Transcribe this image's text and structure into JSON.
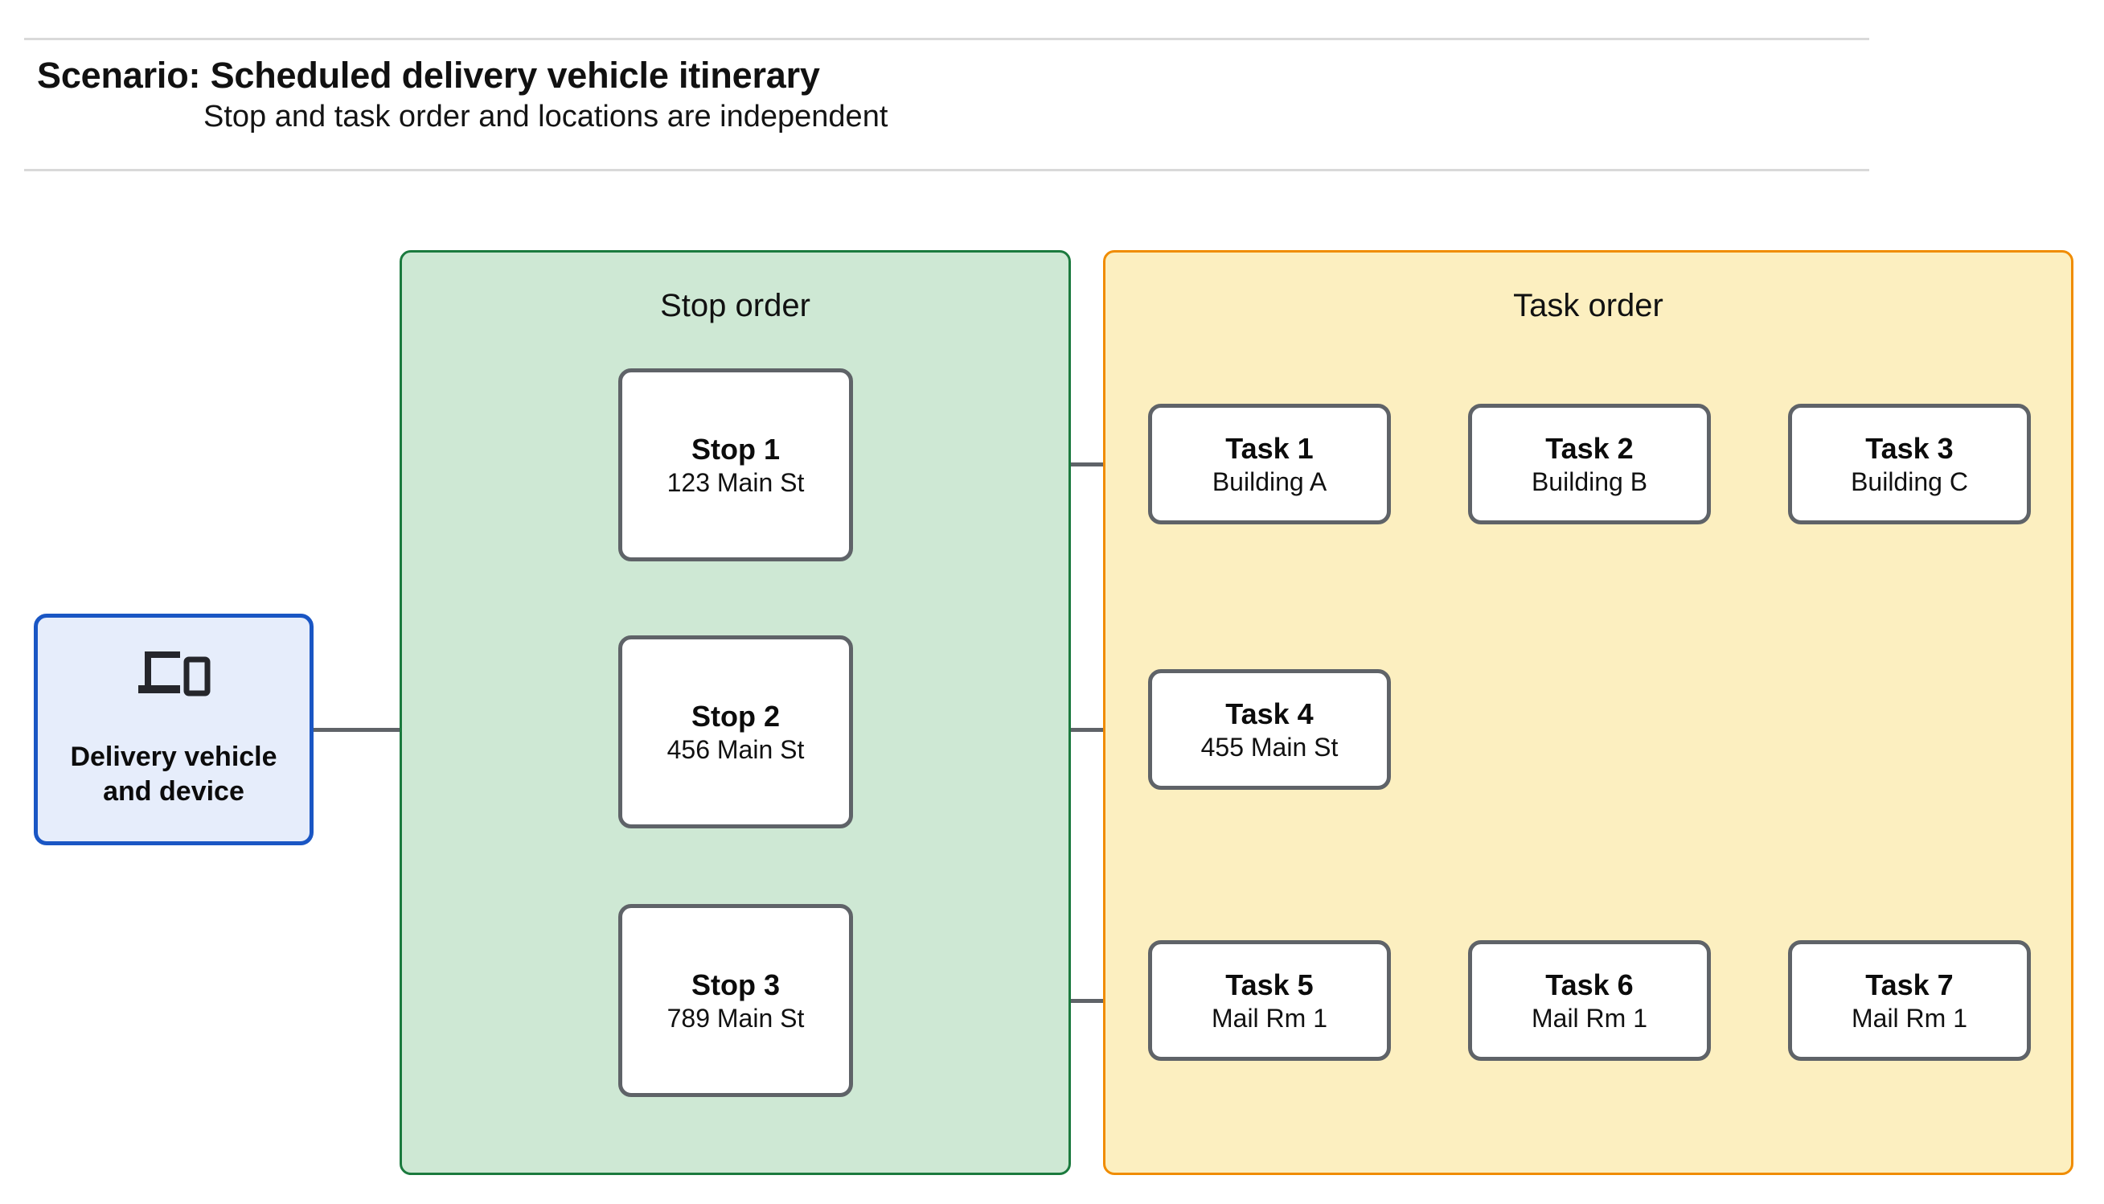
{
  "header": {
    "title": "Scenario: Scheduled delivery vehicle itinerary",
    "subtitle": "Stop and task order and locations are independent"
  },
  "vehicle": {
    "icon": "devices-icon",
    "label": "Delivery vehicle\nand device"
  },
  "stop_group": {
    "title": "Stop order",
    "fill_color": "#CEE8D4",
    "border_color": "#1B7A3E",
    "stops": [
      {
        "name": "Stop 1",
        "location": "123 Main St"
      },
      {
        "name": "Stop 2",
        "location": "456 Main St"
      },
      {
        "name": "Stop 3",
        "location": "789 Main St"
      }
    ]
  },
  "task_group": {
    "title": "Task order",
    "fill_color": "#FCEFC0",
    "border_color": "#F08C00",
    "rows": [
      {
        "tasks": [
          {
            "name": "Task 1",
            "location": "Building A"
          },
          {
            "name": "Task 2",
            "location": "Building B"
          },
          {
            "name": "Task 3",
            "location": "Building C"
          }
        ]
      },
      {
        "tasks": [
          {
            "name": "Task 4",
            "location": "455 Main St"
          }
        ]
      },
      {
        "tasks": [
          {
            "name": "Task 5",
            "location": "Mail Rm 1"
          },
          {
            "name": "Task 6",
            "location": "Mail Rm 1"
          },
          {
            "name": "Task 7",
            "location": "Mail Rm 1"
          }
        ]
      }
    ]
  },
  "connector_color": "#5F6368"
}
